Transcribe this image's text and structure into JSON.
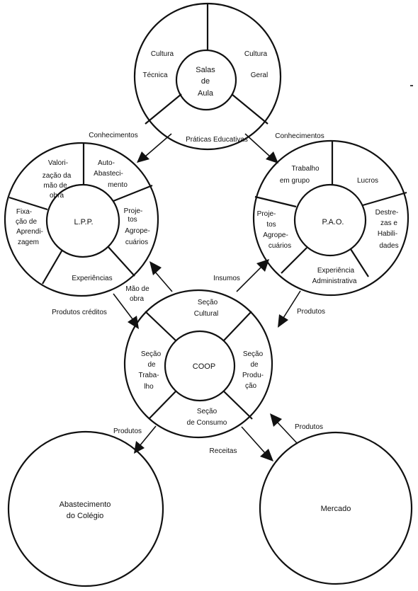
{
  "top_circle": {
    "center_lines": [
      "Salas",
      "de",
      "Aula"
    ],
    "seg_cultura_tecnica": [
      "Cultura",
      "Técnica"
    ],
    "seg_cultura_geral": [
      "Cultura",
      "Geral"
    ],
    "seg_praticas": "Práticas Educativas"
  },
  "left_circle": {
    "center": "L.P.P.",
    "seg_valorizacao": [
      "Valori-",
      "zação da",
      "mão de",
      "obra"
    ],
    "seg_auto_abastecimento": [
      "Auto-",
      "Abasteci-",
      "mento"
    ],
    "seg_projetos": [
      "Proje-",
      "tos",
      "Agrope-",
      "cuários"
    ],
    "seg_experiencias": "Experiências",
    "seg_fixacao": [
      "Fixa-",
      "ção de",
      "Aprendi-",
      "zagem"
    ]
  },
  "right_circle": {
    "center": "P.A.O.",
    "seg_trabalho": [
      "Trabalho",
      "em grupo"
    ],
    "seg_lucros": "Lucros",
    "seg_destrezas": [
      "Destre-",
      "zas e",
      "Habili-",
      "dades"
    ],
    "seg_experiencia_adm": [
      "Experiência",
      "Administrativa"
    ],
    "seg_projetos": [
      "Proje-",
      "tos",
      "Agrope-",
      "cuários"
    ]
  },
  "coop_circle": {
    "center": "COOP",
    "seg_cultural": [
      "Seção",
      "Cultural"
    ],
    "seg_producao": [
      "Seção",
      "de",
      "Produ-",
      "ção"
    ],
    "seg_consumo": [
      "Seção",
      "de Consumo"
    ],
    "seg_trabalho": [
      "Seção",
      "de",
      "Traba-",
      "lho"
    ]
  },
  "bottom_left_circle": {
    "label": [
      "Abastecimento",
      "do Colégio"
    ]
  },
  "bottom_right_circle": {
    "label": "Mercado"
  },
  "flows": {
    "conhecimentos_left": "Conhecimentos",
    "conhecimentos_right": "Conhecimentos",
    "insumos": "Insumos",
    "mao_de_obra": [
      "Mão de",
      "obra"
    ],
    "produtos_creditos": "Produtos créditos",
    "produtos_right": "Produtos",
    "produtos_bottom_left": "Produtos",
    "receitas": "Receitas",
    "produtos_bottom_right": "Produtos"
  }
}
